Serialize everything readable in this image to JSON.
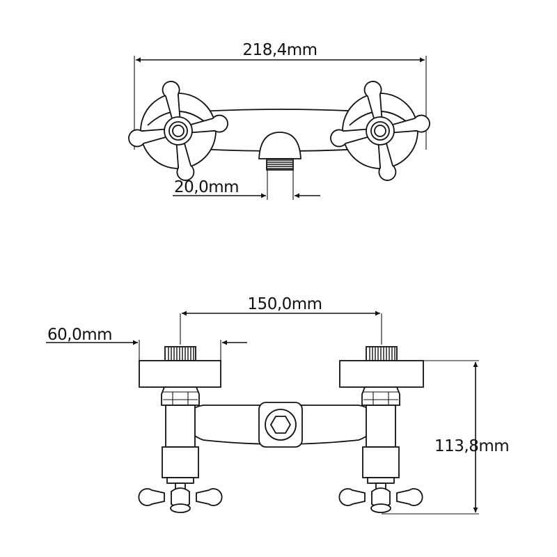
{
  "dimensions": {
    "overall_width": "218,4mm",
    "outlet_diameter": "20,0mm",
    "inlet_centers": "150,0mm",
    "flange_diameter": "60,0mm",
    "depth": "113,8mm"
  }
}
